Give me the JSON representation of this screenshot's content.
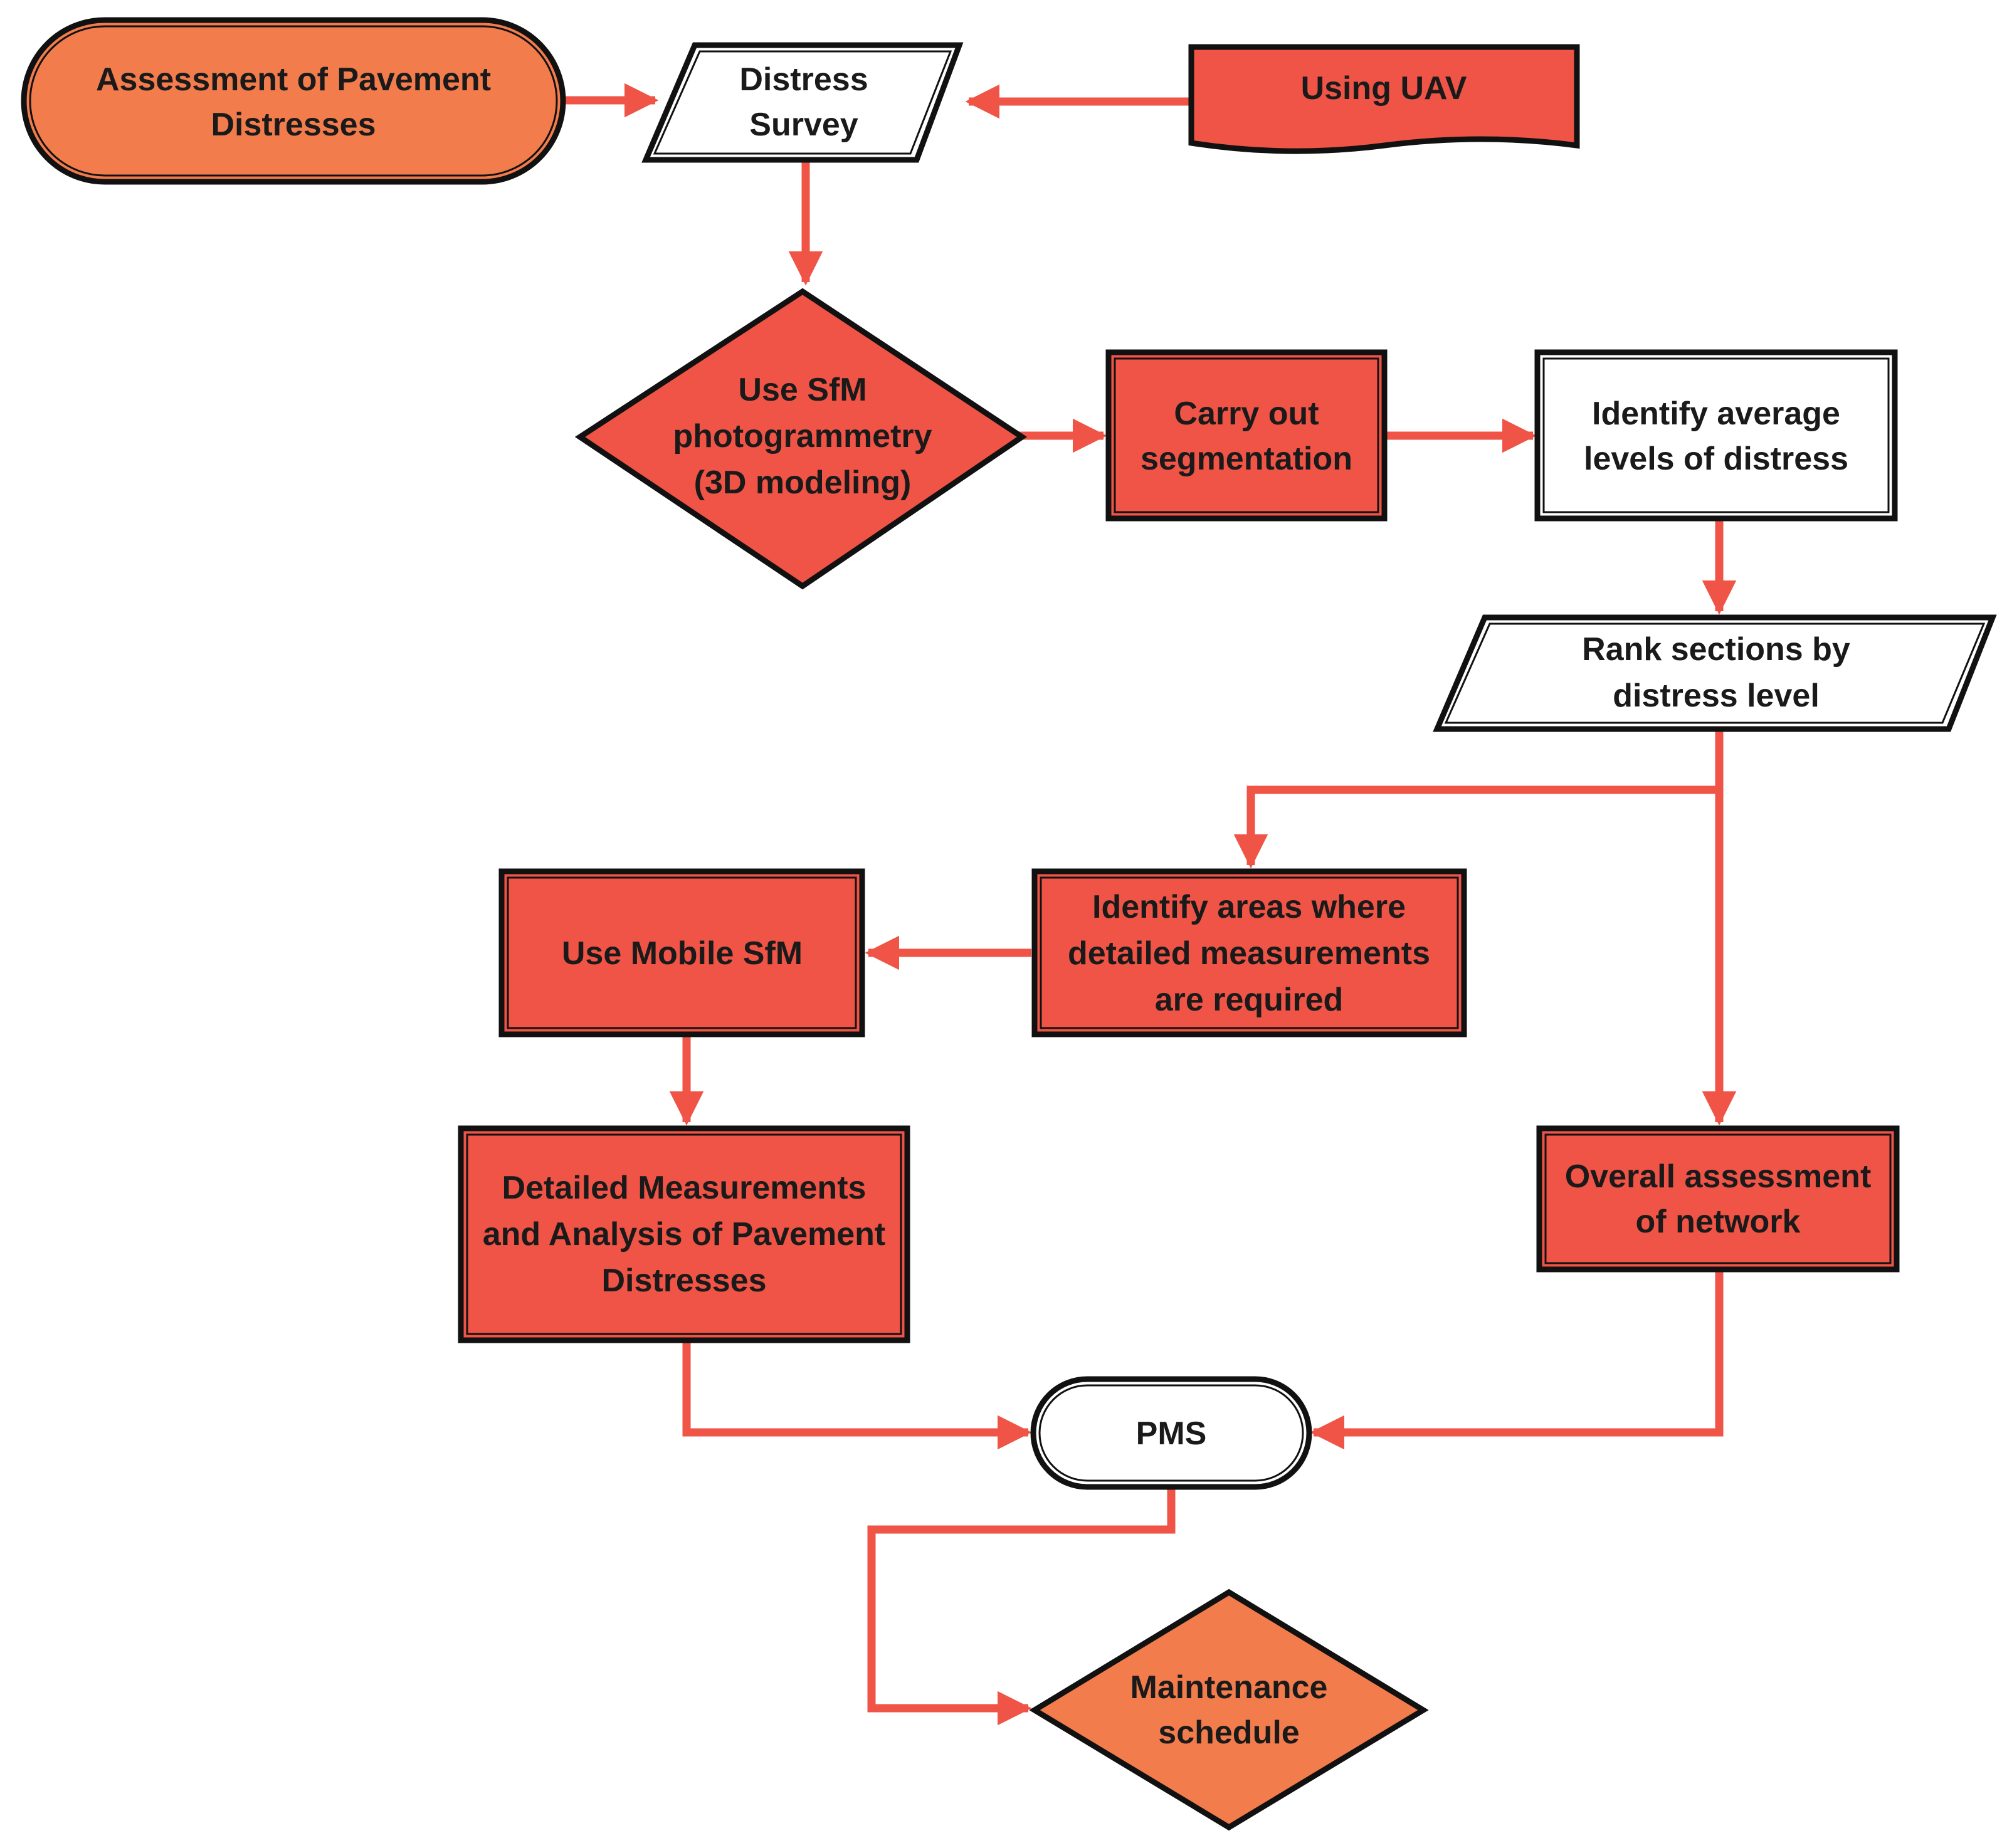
{
  "colors": {
    "arrow": "#ef5446",
    "orange_fill": "#f27c4c",
    "red_fill": "#ef5446",
    "white_fill": "#ffffff",
    "stroke": "#111111"
  },
  "nodes": {
    "assessment": {
      "lines": [
        "Assessment of Pavement",
        "Distresses"
      ]
    },
    "distress_survey": {
      "lines": [
        "Distress",
        "Survey"
      ]
    },
    "using_uav": {
      "lines": [
        "Using UAV"
      ]
    },
    "sfm": {
      "lines": [
        "Use SfM",
        "photogrammetry",
        "(3D modeling)"
      ]
    },
    "segmentation": {
      "lines": [
        "Carry out",
        "segmentation"
      ]
    },
    "identify_average": {
      "lines": [
        "Identify average",
        "levels of distress"
      ]
    },
    "rank_sections": {
      "lines": [
        "Rank sections by",
        "distress level"
      ]
    },
    "identify_areas": {
      "lines": [
        "Identify areas where",
        "detailed measurements",
        "are required"
      ]
    },
    "mobile_sfm": {
      "lines": [
        "Use Mobile SfM"
      ]
    },
    "detailed": {
      "lines": [
        "Detailed Measurements",
        "and Analysis of Pavement",
        "Distresses"
      ]
    },
    "overall": {
      "lines": [
        "Overall assessment",
        "of network"
      ]
    },
    "pms": {
      "lines": [
        "PMS"
      ]
    },
    "maintenance": {
      "lines": [
        "Maintenance",
        "schedule"
      ]
    }
  }
}
